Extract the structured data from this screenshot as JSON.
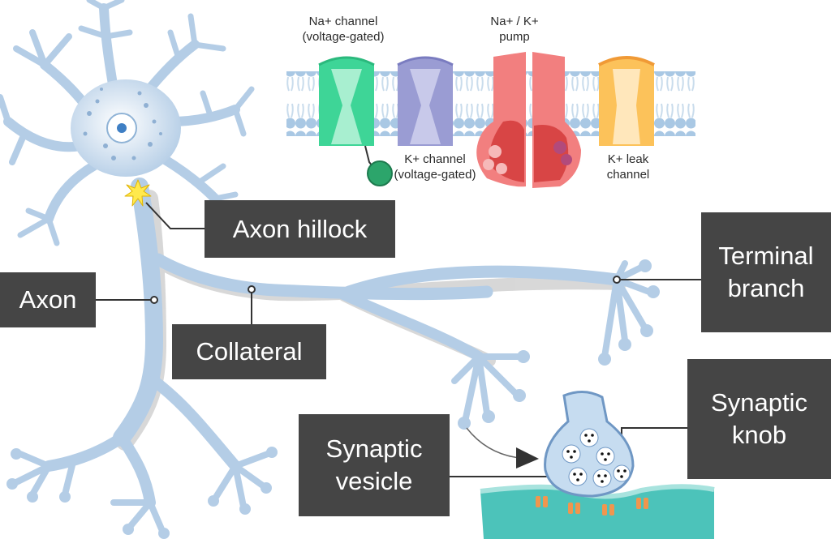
{
  "labels": {
    "axon_hillock": "Axon hillock",
    "axon": "Axon",
    "collateral": "Collateral",
    "terminal_branch": "Terminal\nbranch",
    "synaptic_knob": "Synaptic\nknob",
    "synaptic_vesicle": "Synaptic\nvesicle"
  },
  "membrane_labels": {
    "na_channel": "Na+ channel\n(voltage-gated)",
    "pump": "Na+ / K+\npump",
    "k_channel": "K+ channel\n(voltage-gated)",
    "k_leak": "K+ leak\nchannel"
  },
  "colors": {
    "neuron": "#b4cde6",
    "neuron_edge": "#8fb3d6",
    "label_bg": "#454545",
    "label_text": "#ffffff",
    "na_channel": "#3ed597",
    "k_channel": "#9a9cd3",
    "pump": "#f27f7f",
    "k_leak": "#fcc25a",
    "membrane_head": "#a9c8e4",
    "postsynaptic": "#4cc3ba",
    "receptor": "#f0964e"
  }
}
